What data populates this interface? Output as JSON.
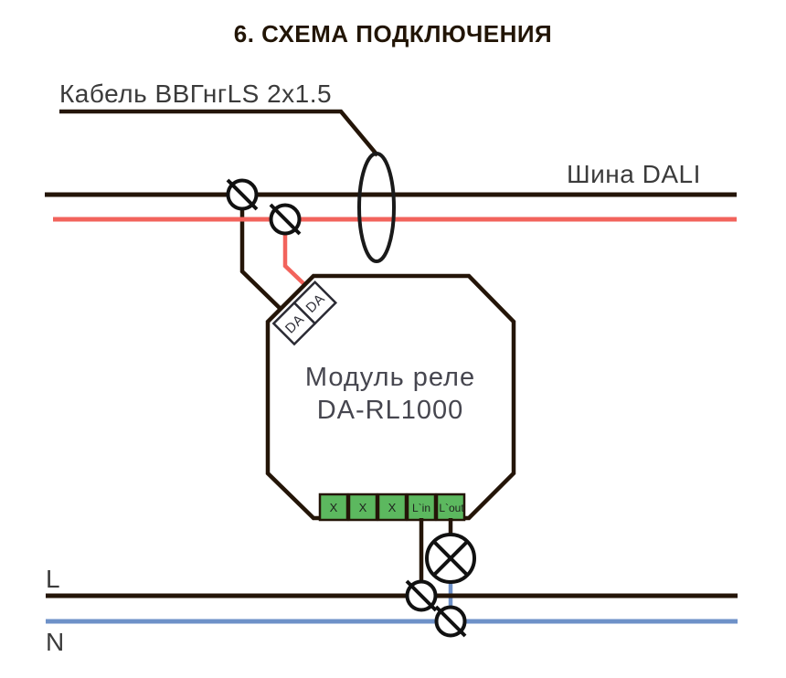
{
  "title": "6. СХЕМА ПОДКЛЮЧЕНИЯ",
  "labels": {
    "cable": "Кабель ВВГнгLS 2х1.5",
    "dali_bus": "Шина DALI",
    "phase": "L",
    "neutral": "N"
  },
  "module": {
    "name_line1": "Модуль реле",
    "name_line2": "DA-RL1000",
    "dali_terminals": [
      "DA",
      "DA"
    ],
    "output_terminals": [
      "X",
      "X",
      "X",
      "L`in",
      "L`out"
    ]
  },
  "colors": {
    "wire_dark": "#241508",
    "dali_data_red": "#F2635C",
    "neutral_blue": "#6E91C8",
    "terminal_green": "#5CB85F",
    "label_gray": "#3B3B3B",
    "module_text_gray": "#46464F"
  }
}
